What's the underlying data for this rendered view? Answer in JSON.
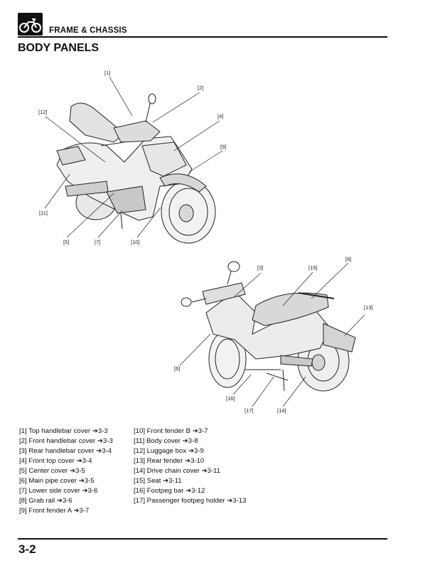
{
  "header": {
    "title": "FRAME & CHASSIS",
    "icon": "motorcycle-icon"
  },
  "page_title": "BODY PANELS",
  "callouts": [
    "[1]",
    "[2]",
    "[3]",
    "[4]",
    "[5]",
    "[6]",
    "[7]",
    "[8]",
    "[9]",
    "[10]",
    "[11]",
    "[12]",
    "[13]",
    "[14]",
    "[15]",
    "[16]",
    "[17]"
  ],
  "legend": {
    "col1": [
      {
        "label": "[1] Top handlebar cover",
        "ref": "3-3"
      },
      {
        "label": "[2] Front handlebar cover",
        "ref": "3-3"
      },
      {
        "label": "[3] Rear handlebar cover",
        "ref": "3-4"
      },
      {
        "label": "[4] Front top cover",
        "ref": "3-4"
      },
      {
        "label": "[5] Center cover",
        "ref": "3-5"
      },
      {
        "label": "[6] Main pipe cover",
        "ref": "3-5"
      },
      {
        "label": "[7] Lower side cover",
        "ref": "3-6"
      },
      {
        "label": "[8] Grab rail",
        "ref": "3-6"
      },
      {
        "label": "[9] Front fender A",
        "ref": "3-7"
      }
    ],
    "col2": [
      {
        "label": "[10] Front fender B",
        "ref": "3-7"
      },
      {
        "label": "[11] Body cover",
        "ref": "3-8"
      },
      {
        "label": "[12] Luggage box",
        "ref": "3-9"
      },
      {
        "label": "[13] Rear fender",
        "ref": "3-10"
      },
      {
        "label": "[14] Drive chain cover",
        "ref": "3-11"
      },
      {
        "label": "[15] Seat",
        "ref": "3-11"
      },
      {
        "label": "[16] Footpeg bar",
        "ref": "3-12"
      },
      {
        "label": "[17] Passenger footpeg holder",
        "ref": "3-13"
      }
    ]
  },
  "page_number": "3-2"
}
